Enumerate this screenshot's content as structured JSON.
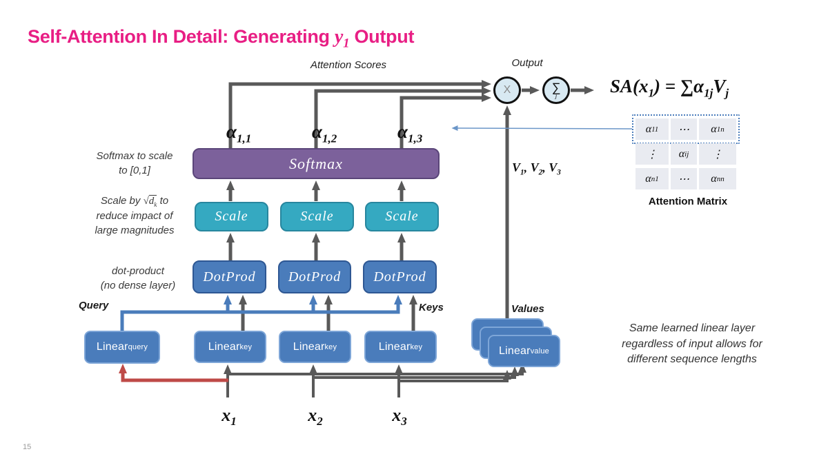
{
  "slide": {
    "page_number": "15",
    "title": {
      "p1": "Self-Attention In Detail: Generating ",
      "math_base": "y",
      "math_sub": "1",
      "p2": " Output"
    }
  },
  "top": {
    "attention_scores_label": "Attention Scores",
    "output_label": "Output",
    "multiply_op": "X",
    "sum_op": "∑",
    "sum_sub": "j",
    "formula": {
      "p1": "SA(x",
      "s1": "1",
      "p2": ") = ∑α",
      "s2": "1j",
      "p3": "V",
      "s3": "j"
    }
  },
  "matrix": {
    "caption": "Attention Matrix",
    "cells": [
      {
        "b": "α",
        "s": "11"
      },
      {
        "b": "⋯",
        "s": ""
      },
      {
        "b": "α",
        "s": "1n"
      },
      {
        "b": "⋮",
        "s": ""
      },
      {
        "b": "α",
        "s": "ij"
      },
      {
        "b": "⋮",
        "s": ""
      },
      {
        "b": "α",
        "s": "n1"
      },
      {
        "b": "⋯",
        "s": ""
      },
      {
        "b": "α",
        "s": "nn"
      }
    ]
  },
  "alphas": [
    {
      "b": "α",
      "s": "1,1"
    },
    {
      "b": "α",
      "s": "1,2"
    },
    {
      "b": "α",
      "s": "1,3"
    }
  ],
  "boxes": {
    "softmax": "Softmax",
    "scale": [
      "Scale",
      "Scale",
      "Scale"
    ],
    "dotprod": [
      "DotProd",
      "DotProd",
      "DotProd"
    ],
    "linear_query": {
      "b": "Linear",
      "s": "query"
    },
    "linear_key": [
      {
        "b": "Linear",
        "s": "key"
      },
      {
        "b": "Linear",
        "s": "key"
      },
      {
        "b": "Linear",
        "s": "key"
      }
    ],
    "linear_value": {
      "b": "Linear",
      "s": "value"
    }
  },
  "wires": {
    "query_label": "Query",
    "keys_label": "Keys",
    "values_label": "Values",
    "v_list": {
      "v1": "V",
      "s1": "1",
      "c1": ", ",
      "v2": "V",
      "s2": "2",
      "c2": ", ",
      "v3": "V",
      "s3": "3"
    }
  },
  "inputs": [
    {
      "b": "x",
      "s": "1"
    },
    {
      "b": "x",
      "s": "2"
    },
    {
      "b": "x",
      "s": "3"
    }
  ],
  "notes": {
    "softmax_l1": "Softmax to scale",
    "softmax_l2": "to [0,1]",
    "scale_l1a": "Scale by ",
    "scale_sqrt": "√",
    "scale_d": "d",
    "scale_dsub": "k",
    "scale_l1b": " to",
    "scale_l2": "reduce impact of",
    "scale_l3": "large magnitudes",
    "dot_l1": "dot-product",
    "dot_l2": "(no dense layer)",
    "value_l1": "Same learned linear layer",
    "value_l2": "regardless of input allows for",
    "value_l3": "different sequence lengths"
  },
  "colors": {
    "title": "#E81E84",
    "softmax_fill": "#7C619B",
    "scale_fill": "#35A9C1",
    "blue_fill": "#4A7CBB",
    "wire_gray": "#595959",
    "wire_red": "#BE4A47",
    "wire_blue": "#4A7CBB",
    "circle_fill": "#D8E9F2",
    "matrix_cell_bg": "#E9EBF1"
  }
}
